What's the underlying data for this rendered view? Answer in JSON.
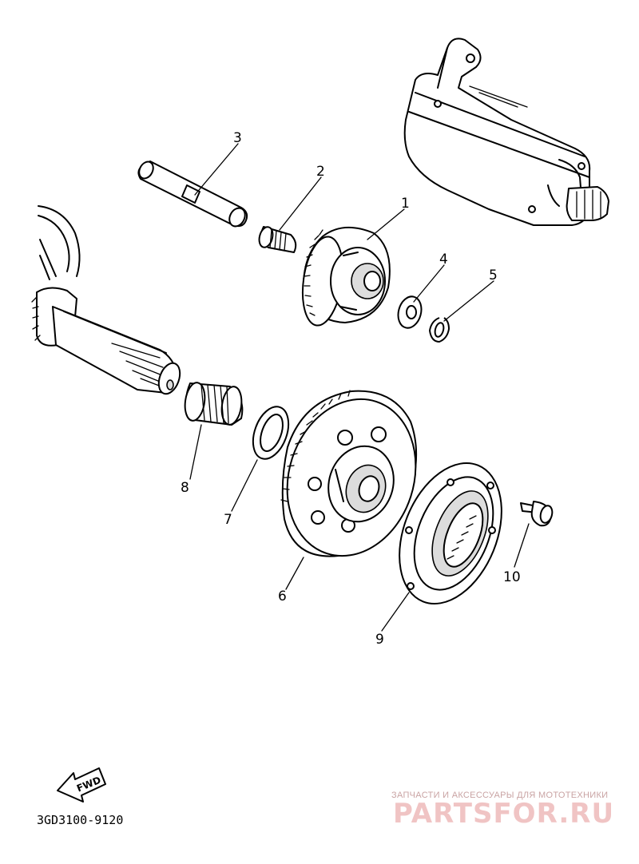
{
  "diagram_code": "3GD3100-9120",
  "fwd_label": "FWD",
  "callouts": [
    {
      "id": "part-1",
      "label": "1"
    },
    {
      "id": "part-2",
      "label": "2"
    },
    {
      "id": "part-3",
      "label": "3"
    },
    {
      "id": "part-4",
      "label": "4"
    },
    {
      "id": "part-5",
      "label": "5"
    },
    {
      "id": "part-6",
      "label": "6"
    },
    {
      "id": "part-7",
      "label": "7"
    },
    {
      "id": "part-8",
      "label": "8"
    },
    {
      "id": "part-9",
      "label": "9"
    },
    {
      "id": "part-10",
      "label": "10"
    }
  ],
  "watermark": {
    "line": "ЗАПЧАСТИ И АКСЕССУАРЫ ДЛЯ МОТОТЕХНИКИ",
    "brand": "PARTSFOR.RU",
    "color": "#e8a0a0"
  }
}
